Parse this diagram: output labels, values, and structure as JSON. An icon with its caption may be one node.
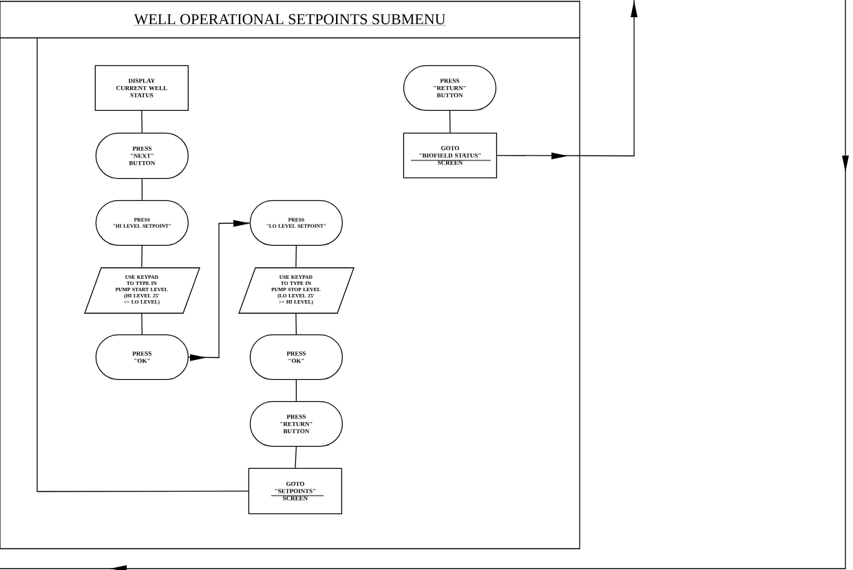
{
  "diagram": {
    "nodes": [
      {
        "text": [
          "WELL OPERATIONAL SETPOINTS SUBMENU"
        ]
      },
      {
        "text": [
          "DISPLAY CURRENT WELL STATUS"
        ],
        "in": 0
      },
      {
        "text": [
          "PRESS \"NEXT\" BUTTON"
        ],
        "in": 0
      },
      {
        "text": [
          "PRESS \"HI LEVEL SETPOINT\""
        ],
        "in": 0
      },
      {
        "text": [
          "USE KEYPAD TO TYPE IN PUMP START LEVEL (HI LEVEL 25' <= LO LEVEL)"
        ],
        "in": 0
      },
      {
        "text": [
          "PRESS \"OK\""
        ],
        "in": 0
      },
      {
        "text": [
          "PRESS \"LO LEVEL SETPOINT\""
        ],
        "in": 0
      },
      {
        "text": [
          "USE KEYPAD TO TYPE IN PUMP STOP LEVEL (LO LEVEL 25' >= HI LEVEL)"
        ],
        "in": 0
      },
      {
        "text": [
          "PRESS \"OK\""
        ],
        "in": 0
      },
      {
        "text": [
          "PRESS \"RETURN\" BUTTON"
        ],
        "in": 0
      },
      {
        "text": [
          "GOTO \"SETPOINTS\" SCREEN"
        ],
        "in": 0
      },
      {
        "text": [
          "PRESS \"RETURN\" BUTTON"
        ],
        "in": 0
      },
      {
        "text": [
          "GOTO \"BIOFIELD STATUS\" SCREEN"
        ],
        "in": 0
      }
    ],
    "edges": [
      {
        "from": 1,
        "to": 2,
        "arrow": "none"
      },
      {
        "from": 2,
        "to": 3,
        "arrow": "none"
      },
      {
        "from": 3,
        "to": 4,
        "arrow": "none"
      },
      {
        "from": 4,
        "to": 5,
        "arrow": "none"
      },
      {
        "from": 5,
        "to": 6,
        "arrow": "to"
      },
      {
        "from": 6,
        "to": 7,
        "arrow": "none"
      },
      {
        "from": 7,
        "to": 8,
        "arrow": "none"
      },
      {
        "from": 8,
        "to": 9,
        "arrow": "none"
      },
      {
        "from": 9,
        "to": 10,
        "arrow": "none"
      },
      {
        "from": 10,
        "to": 0,
        "arrow": "none"
      },
      {
        "from": 11,
        "to": 12,
        "arrow": "none"
      },
      {
        "from": 12,
        "to": null,
        "arrow": "to"
      }
    ]
  }
}
